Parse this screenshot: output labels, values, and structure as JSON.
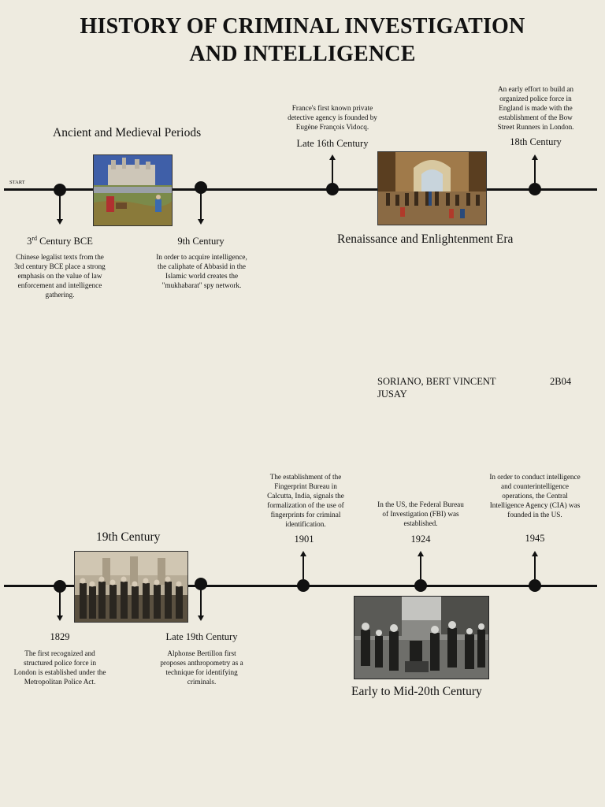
{
  "title_line1": "HISTORY OF CRIMINAL INVESTIGATION",
  "title_line2": "AND INTELLIGENCE",
  "start_label": "START",
  "timeline1": {
    "era_left": "Ancient and Medieval Periods",
    "era_right": "Renaissance and Enlightenment Era",
    "events": [
      {
        "date": "3rd Century BCE",
        "date_main": "3",
        "date_sup": "rd",
        "date_rest": " Century BCE",
        "description": "Chinese legalist texts from the 3rd century BCE place a strong emphasis on the value of law enforcement and intelligence gathering."
      },
      {
        "date": "9th Century",
        "description": "In order to acquire intelligence, the caliphate of Abbasid in the Islamic world creates the \"mukhabarat\" spy network."
      },
      {
        "date": "Late 16th Century",
        "description": "France's first known private detective agency is founded by Eugène François Vidocq."
      },
      {
        "date": "18th Century",
        "description": "An early effort to build an organized police force in England is made with the establishment of the Bow Street Runners in London."
      }
    ]
  },
  "author": {
    "name": "SORIANO, BERT VINCENT JUSAY",
    "section": "2B04"
  },
  "timeline2": {
    "era_left": "19th Century",
    "era_right": "Early to Mid-20th Century",
    "events": [
      {
        "date": "1829",
        "description": "The first recognized and structured police force in London is established under the Metropolitan Police Act."
      },
      {
        "date": "Late 19th Century",
        "description": "Alphonse Bertillon first proposes anthropometry as a technique for identifying criminals."
      },
      {
        "date": "1901",
        "description": "The establishment of the Fingerprint Bureau in Calcutta, India, signals the formalization of the use of fingerprints for criminal identification."
      },
      {
        "date": "1924",
        "description": "In the US, the Federal Bureau of Investigation (FBI) was established."
      },
      {
        "date": "1945",
        "description": "In order to conduct intelligence and counterintelligence operations, the Central Intelligence Agency (CIA) was founded in the US."
      }
    ]
  },
  "colors": {
    "background": "#eeebe0",
    "ink": "#111111"
  }
}
